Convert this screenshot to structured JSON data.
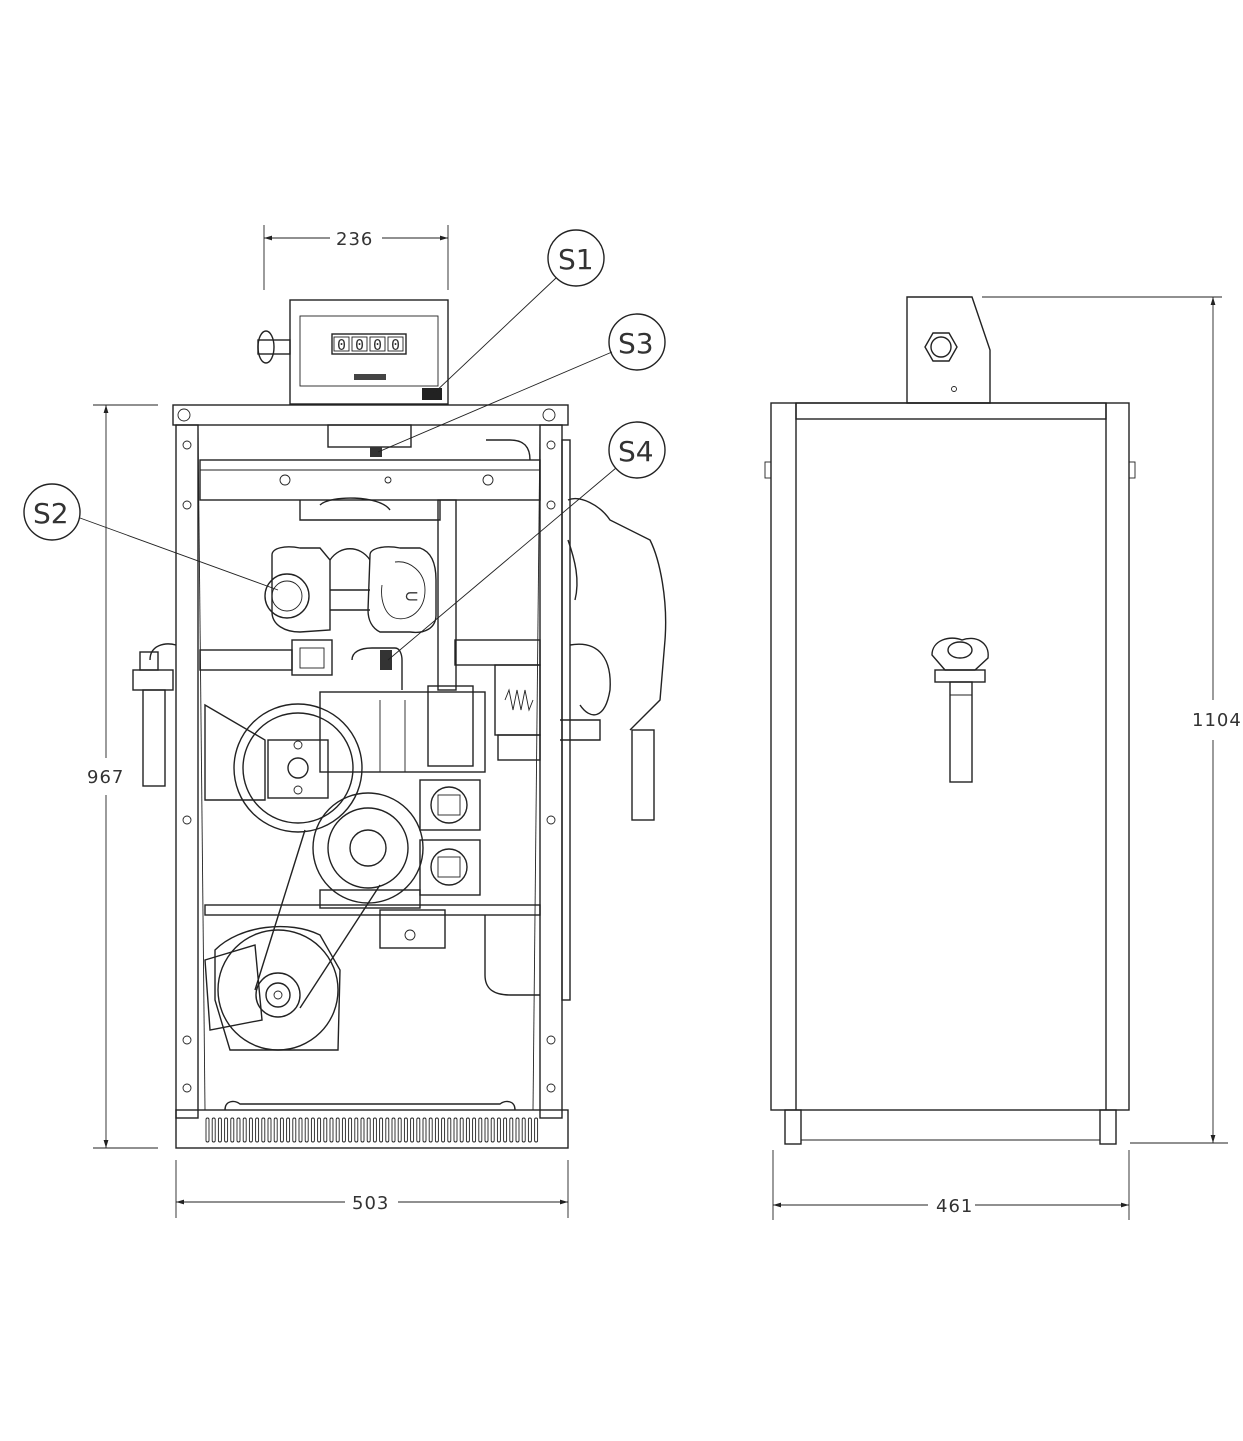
{
  "dimensions": {
    "meter_width": "236",
    "front_height": "967",
    "front_width": "503",
    "side_height": "1104",
    "side_width": "461"
  },
  "callouts": [
    "S1",
    "S3",
    "S4",
    "S2"
  ],
  "meter": {
    "digits": [
      "0",
      "0",
      "0",
      "0"
    ]
  }
}
